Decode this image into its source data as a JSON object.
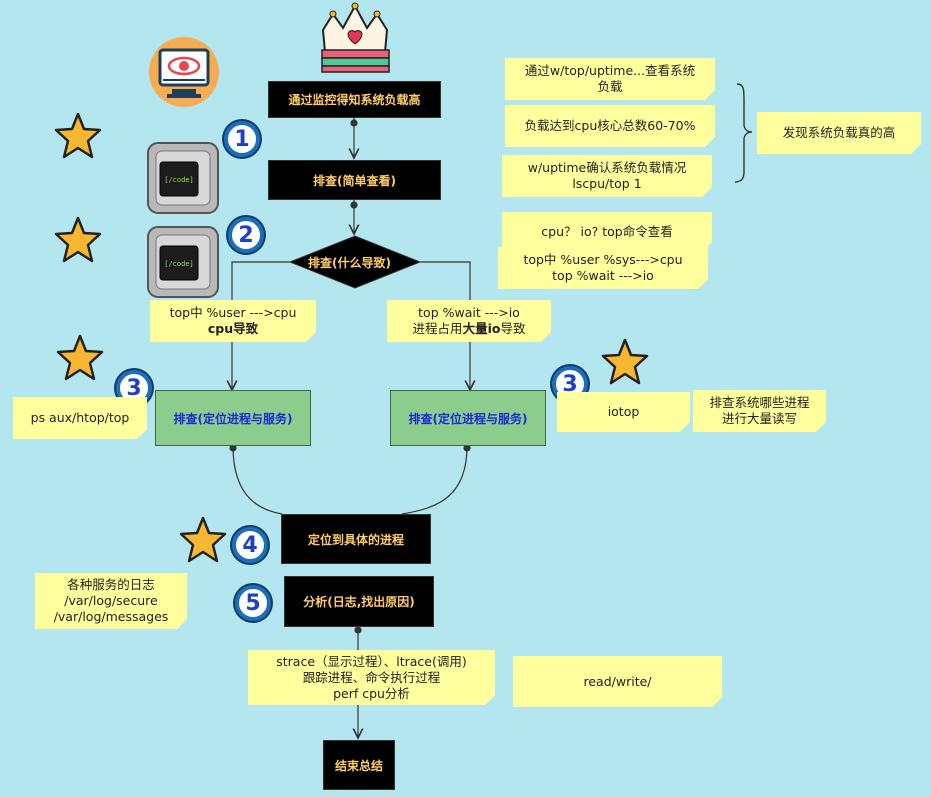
{
  "nodes": {
    "start": "通过监控得知系统负载高",
    "step1": "排查(简单查看)",
    "step2": "排查(什么导致)",
    "left3": "排查(定位进程与服务)",
    "right3": "排查(定位进程与服务)",
    "step4": "定位到具体的进程",
    "step5": "分析(日志,找出原因)",
    "end": "结束总结"
  },
  "badges": [
    "1",
    "2",
    "3",
    "3",
    "4",
    "5"
  ],
  "notes": {
    "n1_line1": "通过w/top/uptime...查看系统",
    "n1_line2": "负载",
    "n2": "负载达到cpu核心总数60-70%",
    "n3_line1": "w/uptime确认系统负载情况",
    "n3_line2": "lscpu/top 1",
    "n_brace": "发现系统负载真的高",
    "n4": "cpu？ io? top命令查看",
    "n5_line1": "top中 %user  %sys--->cpu",
    "n5_line2": "top %wait          --->io",
    "n6_line1": "top中 %user --->cpu",
    "n6_line2": "cpu导致",
    "n7_line1": "top %wait --->io",
    "n7_line2_a": "进程占用",
    "n7_line2_b": "大量io",
    "n7_line2_c": "导致",
    "n8": "ps  aux/htop/top",
    "n9": "iotop",
    "n10_line1": "排查系统哪些进程",
    "n10_line2": "进行大量读写",
    "n11_line1": "各种服务的日志",
    "n11_line2": "/var/log/secure",
    "n11_line3": "/var/log/messages",
    "n12_line1": "strace（显示过程）、ltrace(调用)",
    "n12_line2": "跟踪进程、命令执行过程",
    "n12_line3": "perf cpu分析",
    "n13": "read/write/"
  },
  "icons": {
    "code_label": "[/code]"
  },
  "colors": {
    "background": "#b3e6ee",
    "black_node": "#000000",
    "black_node_text": "#ffcc66",
    "green_node": "#8ccc8c",
    "green_node_text": "#1a2bd6",
    "note": "#ffff9e",
    "star": "#f7b733"
  }
}
